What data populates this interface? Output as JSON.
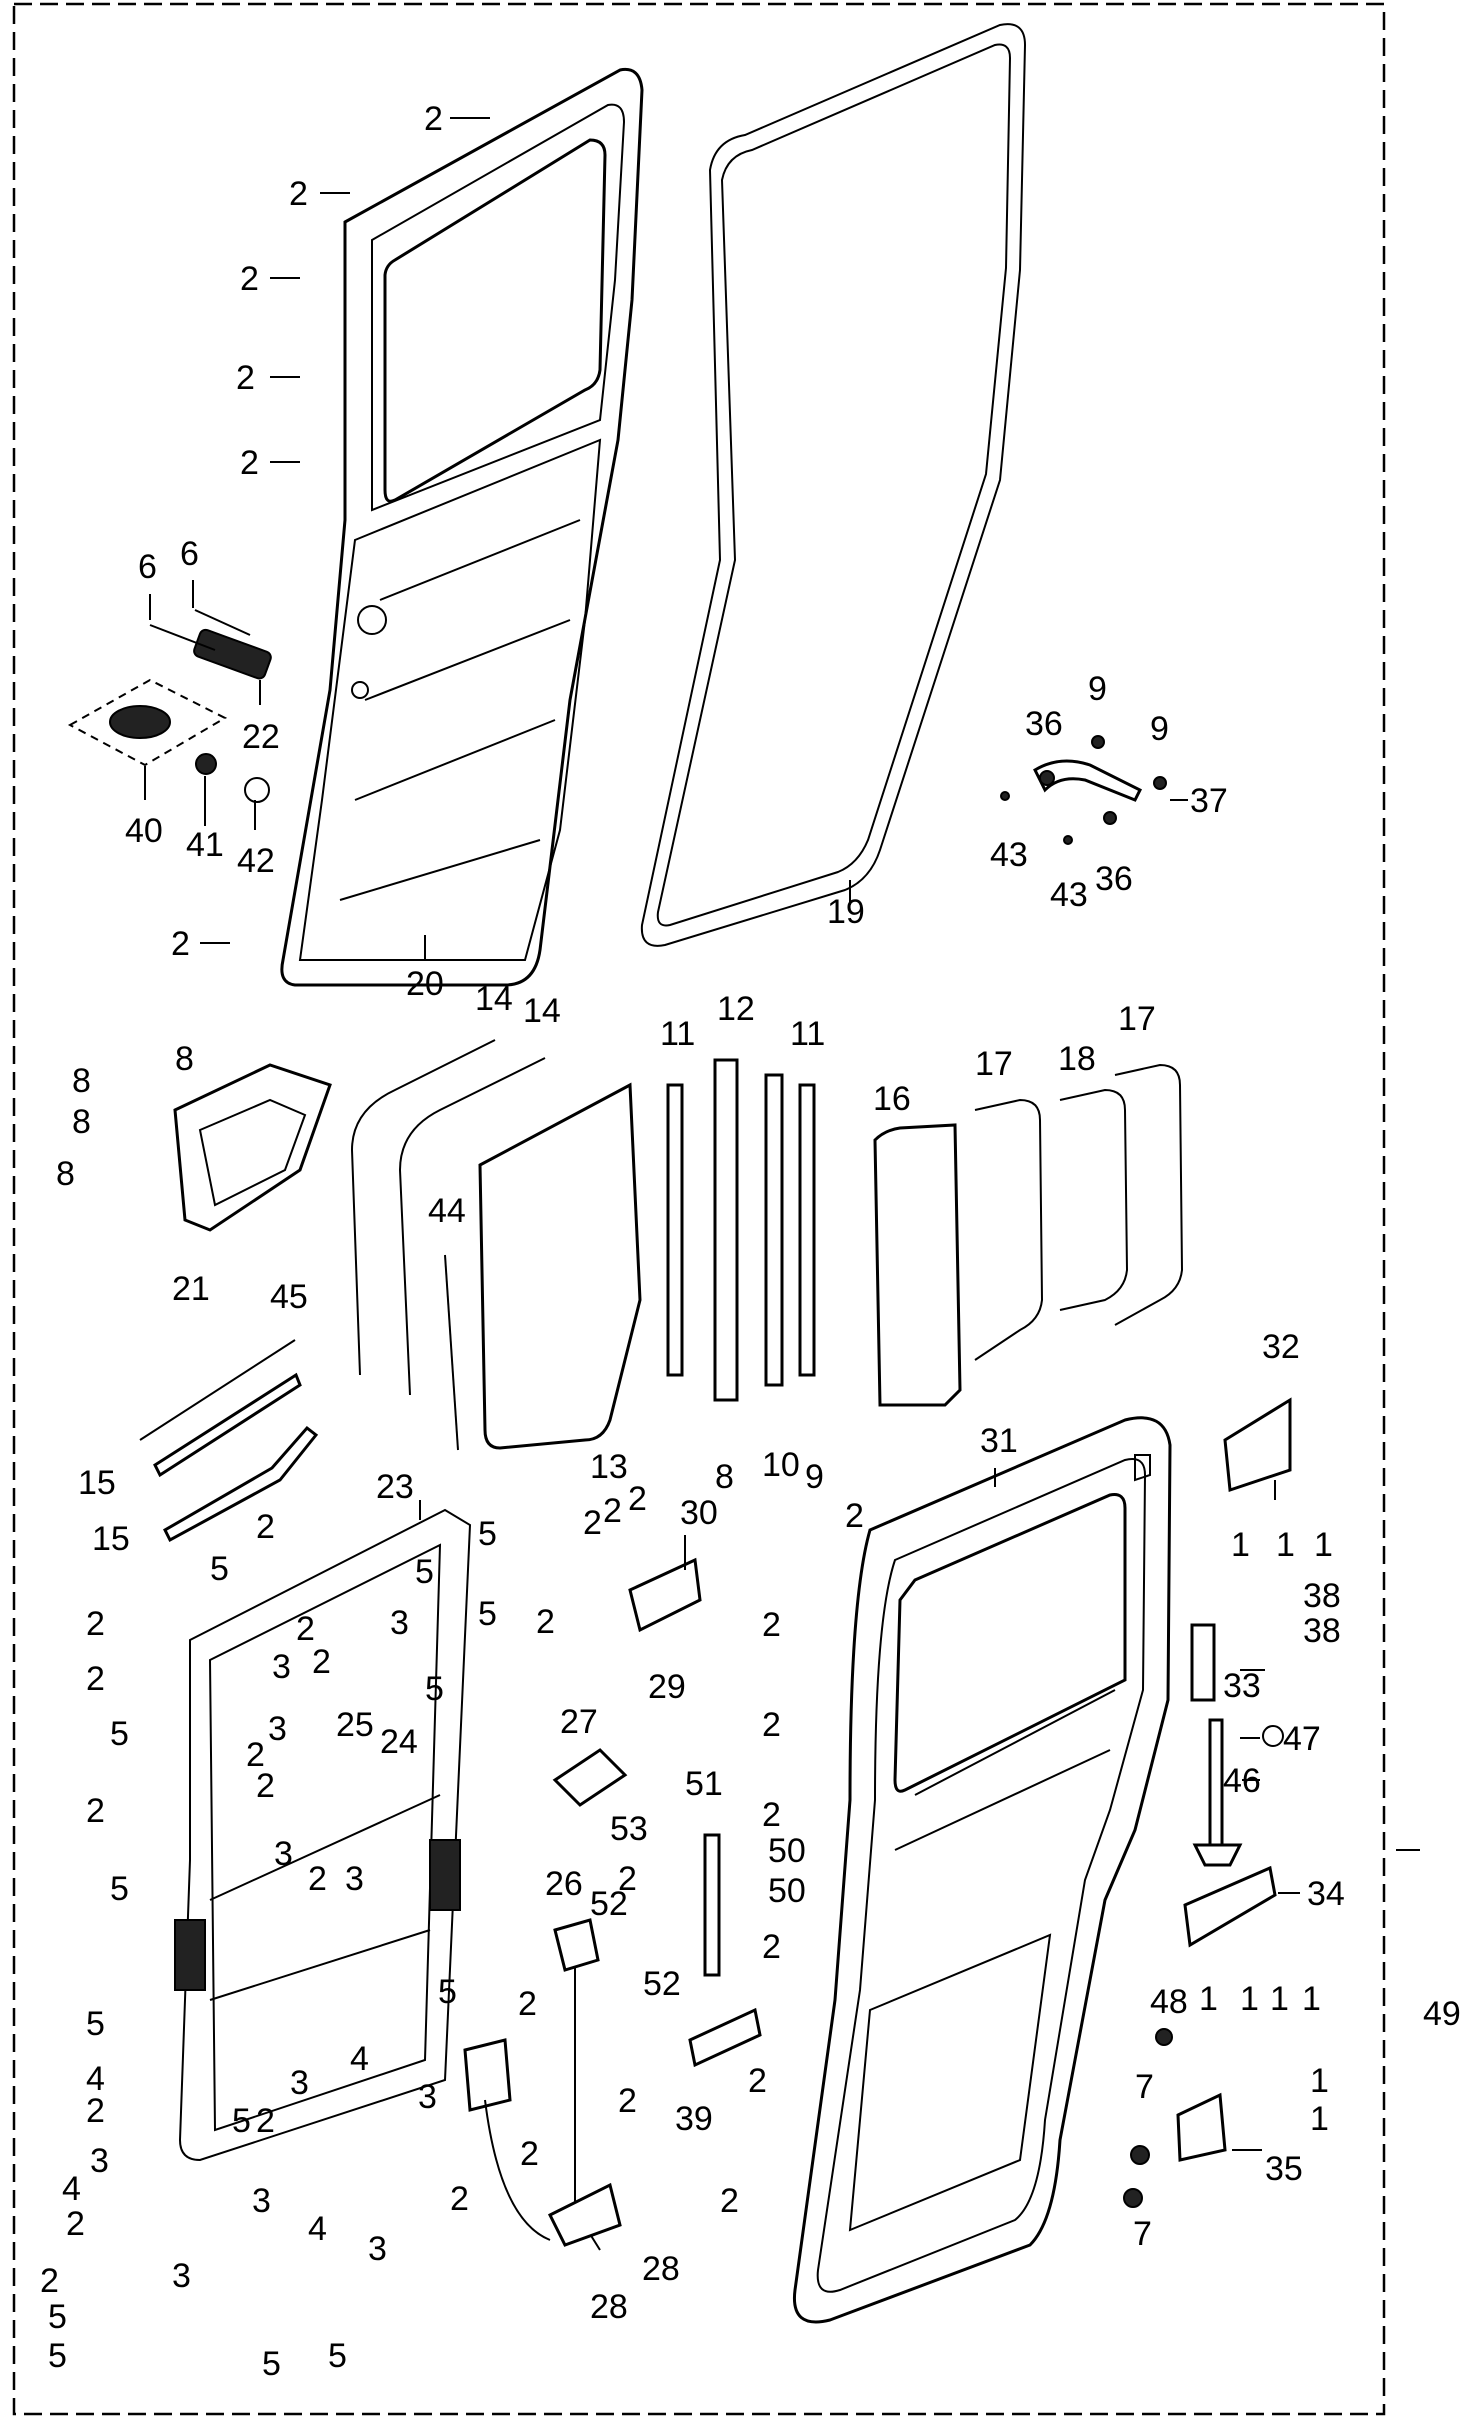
{
  "labels": {
    "l2a": "2",
    "l2b": "2",
    "l2c": "2",
    "l2d": "2",
    "l2e": "2",
    "l2f": "2",
    "l6a": "6",
    "l6b": "6",
    "l22": "22",
    "l40": "40",
    "l41": "41",
    "l42": "42",
    "l20": "20",
    "l19": "19",
    "l9a": "9",
    "l9b": "9",
    "l36a": "36",
    "l36b": "36",
    "l37": "37",
    "l43a": "43",
    "l43b": "43",
    "l8a": "8",
    "l8b": "8",
    "l8c": "8",
    "l8d": "8",
    "l21": "21",
    "l14a": "14",
    "l14b": "14",
    "l44": "44",
    "l45": "45",
    "l15a": "15",
    "l15b": "15",
    "l13": "13",
    "l11a": "11",
    "l11b": "11",
    "l12": "12",
    "l8e": "8",
    "l10": "10",
    "l9c": "9",
    "l16": "16",
    "l17a": "17",
    "l17b": "17",
    "l18": "18",
    "l32": "32",
    "l1a": "1",
    "l1b": "1",
    "l1c": "1",
    "l38a": "38",
    "l38b": "38",
    "l33": "33",
    "l47": "47",
    "l46": "46",
    "l34": "34",
    "l1d": "1",
    "l1e": "1",
    "l1f": "1",
    "l1g": "1",
    "l49": "49",
    "l48": "48",
    "l7a": "7",
    "l7b": "7",
    "l35": "35",
    "l1h": "1",
    "l1i": "1",
    "l31": "31",
    "l2g": "2",
    "l2h": "2",
    "l2i": "2",
    "l2j": "2",
    "l2k": "2",
    "l2l": "2",
    "l2m": "2",
    "l23": "23",
    "l30": "30",
    "l2n": "2",
    "l2o": "2",
    "l2p": "2",
    "l2q": "2",
    "l29": "29",
    "l27": "27",
    "l53": "53",
    "l51": "51",
    "l50a": "50",
    "l50b": "50",
    "l52a": "52",
    "l52b": "52",
    "l26": "26",
    "l39": "39",
    "l28a": "28",
    "l28b": "28",
    "l5a": "5",
    "l5b": "5",
    "l5c": "5",
    "l5d": "5",
    "l5e": "5",
    "l5f": "5",
    "l5g": "5",
    "l5h": "5",
    "l5i": "5",
    "l5j": "5",
    "l5k": "5",
    "l5l": "5",
    "l5m": "5",
    "l5n": "5",
    "l3a": "3",
    "l3b": "3",
    "l3c": "3",
    "l3d": "3",
    "l3e": "3",
    "l3f": "3",
    "l3g": "3",
    "l3h": "3",
    "l3i": "3",
    "l3j": "3",
    "l3k": "3",
    "l4a": "4",
    "l4b": "4",
    "l4c": "4",
    "l4d": "4",
    "l2r": "2",
    "l2s": "2",
    "l2t": "2",
    "l2u": "2",
    "l2v": "2",
    "l2w": "2",
    "l2x": "2",
    "l2y": "2",
    "l2z": "2",
    "l2aa": "2",
    "l2ab": "2",
    "l2ac": "2",
    "l2ad": "2",
    "l2ae": "2",
    "l2af": "2",
    "l2ag": "2",
    "l2ah": "2",
    "l2ai": "2",
    "l24": "24",
    "l25": "25"
  }
}
